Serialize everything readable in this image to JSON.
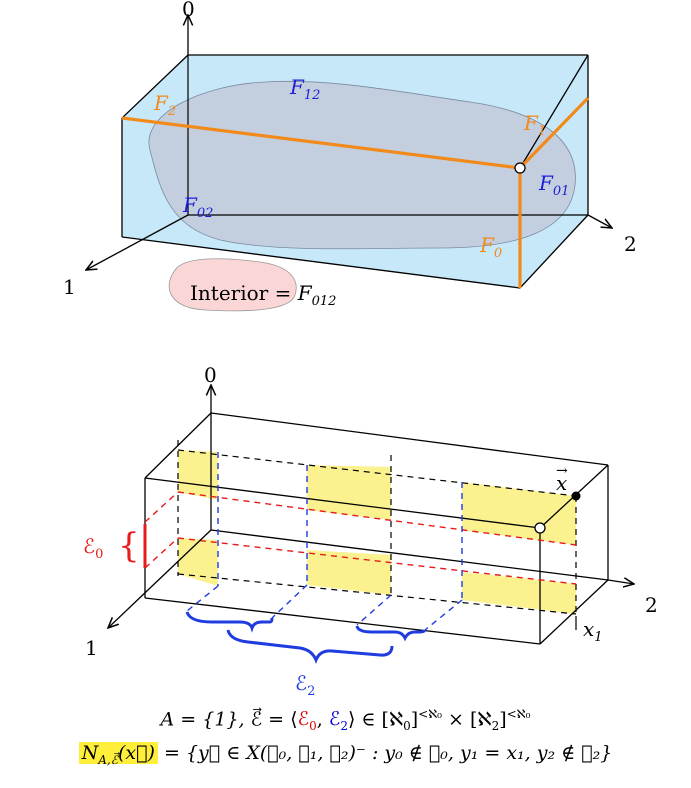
{
  "top_diagram": {
    "axis_labels": {
      "axis0": "0",
      "axis1": "1",
      "axis2": "2"
    },
    "face_labels": {
      "F12": "F",
      "F12_sub": "12",
      "F01": "F",
      "F01_sub": "01",
      "F02": "F",
      "F02_sub": "02"
    },
    "edge_labels": {
      "F0": "F",
      "F0_sub": "0",
      "F1": "F",
      "F1_sub": "1",
      "F2": "F",
      "F2_sub": "2"
    },
    "interior_label": "Interior",
    "interior_eq": "=",
    "interior_F": "F",
    "interior_sub": "012"
  },
  "bottom_diagram": {
    "axis_labels": {
      "axis0": "0",
      "axis1": "1",
      "axis2": "2"
    },
    "point_label": "x",
    "point_arrow": "→",
    "x1_label": "x",
    "x1_sub": "1",
    "E0_label": "ℰ",
    "E0_sub": "0",
    "E2_label": "ℰ",
    "E2_sub": "2"
  },
  "equations": {
    "line1": {
      "lhs": "A = {1}, ",
      "vecE": "ℰ⃗",
      "eq_open": " = ⟨",
      "E0": "ℰ",
      "E0_sub": "0",
      "comma": ", ",
      "E2": "ℰ",
      "E2_sub": "2",
      "rhs": "⟩ ∈ [ℵ",
      "rhs_sub0": "0",
      "rhs_mid1": "]",
      "rhs_sup1": "<ℵ₀",
      "rhs_mid2": " × [ℵ",
      "rhs_sub2": "2",
      "rhs_mid3": "]",
      "rhs_sup2": "<ℵ₀"
    },
    "line2": {
      "N": "N",
      "N_sub": "A,ℰ⃗",
      "N_arg": "(x⃗)",
      "rhs": " = {y⃗ ∈ X(ℵ₀, ℵ₁, ℵ₂)⁻ : y₀ ∉ ℰ₀, y₁ = x₁, y₂ ∉ ℰ₂}"
    }
  },
  "colors": {
    "face_fill": "#c6e8f8",
    "blob_fill": "#c3cfdf",
    "edge_orange": "#f28a1b",
    "label_blue": "#1d1dd8",
    "interior_fill": "#fbd6d6",
    "cell_yellow": "#fbf28f",
    "red_dash": "#e81b1b",
    "blue_dash": "#1f3ce0",
    "highlight": "#ffef3a"
  }
}
